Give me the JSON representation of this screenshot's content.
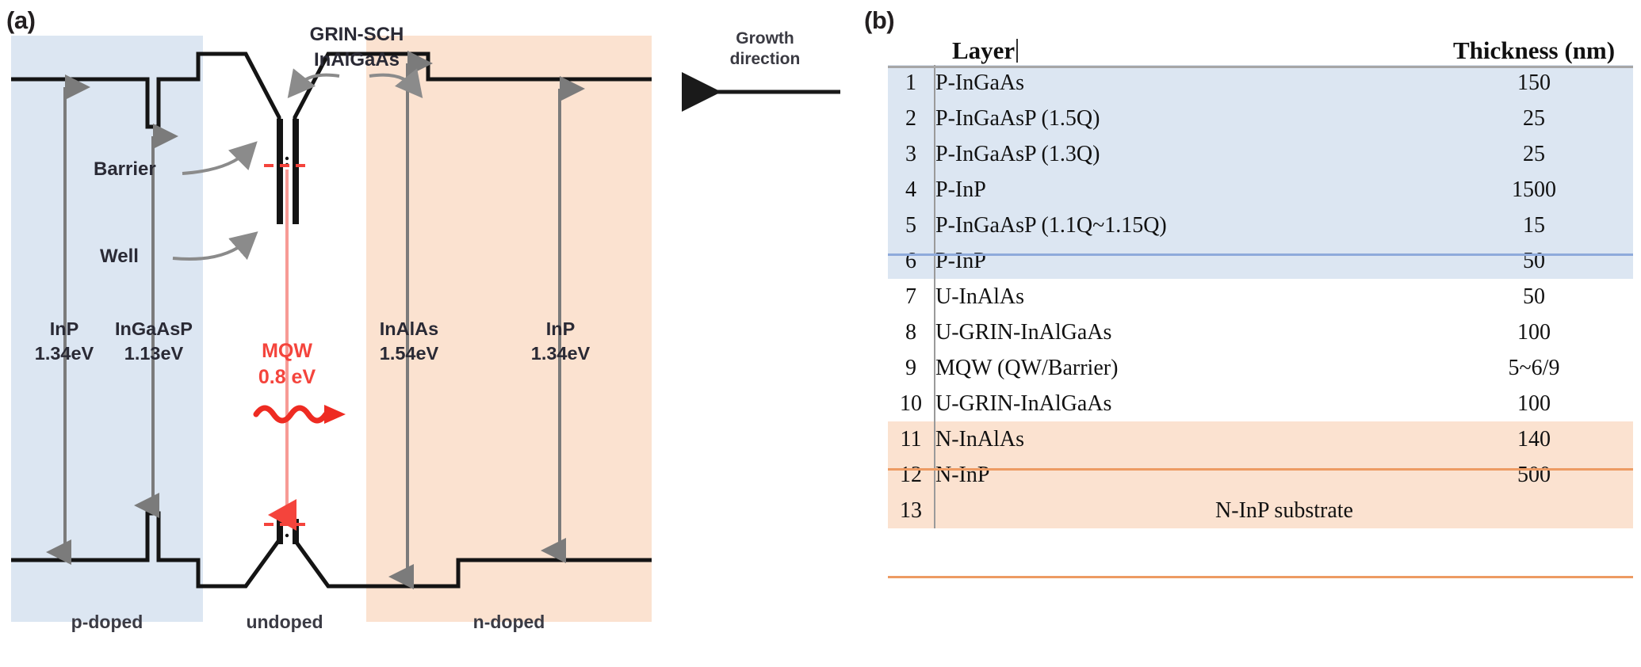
{
  "panel_a": {
    "tag": "(a)",
    "zones": [
      {
        "id": "p",
        "label": "p-doped",
        "color": "#dce6f2"
      },
      {
        "id": "u",
        "label": "undoped",
        "color": "#ffffff"
      },
      {
        "id": "n",
        "label": "n-doped",
        "color": "#fbe2d0"
      }
    ],
    "materials": [
      {
        "name": "InP",
        "gap": "1.34eV"
      },
      {
        "name": "InGaAsP",
        "gap": "1.13eV"
      },
      {
        "name": "InAlAs",
        "gap": "1.54eV"
      },
      {
        "name": "InP",
        "gap": "1.34eV"
      }
    ],
    "grin_label_line1": "GRIN-SCH",
    "grin_label_line2": "InAlGaAs",
    "barrier_label": "Barrier",
    "well_label": "Well",
    "mqw_label": "MQW",
    "mqw_energy": "0.8 eV",
    "growth_line1": "Growth",
    "growth_line2": "direction",
    "accent_red": "#f4443c",
    "band_color": "#141414",
    "arrow_gray": "#7b7b7b"
  },
  "panel_b": {
    "tag": "(b)",
    "header": {
      "layer": "Layer",
      "thickness": "Thickness (nm)"
    },
    "rows": [
      {
        "index": "1",
        "name": "P-InGaAs",
        "thickness": "150",
        "group": "blue"
      },
      {
        "index": "2",
        "name": "P-InGaAsP (1.5Q)",
        "thickness": "25",
        "group": "blue"
      },
      {
        "index": "3",
        "name": "P-InGaAsP (1.3Q)",
        "thickness": "25",
        "group": "blue"
      },
      {
        "index": "4",
        "name": "P-InP",
        "thickness": "1500",
        "group": "blue"
      },
      {
        "index": "5",
        "name": "P-InGaAsP (1.1Q~1.15Q)",
        "thickness": "15",
        "group": "blue"
      },
      {
        "index": "6",
        "name": "P-InP",
        "thickness": "50",
        "group": "blue"
      },
      {
        "index": "7",
        "name": "U-InAlAs",
        "thickness": "50",
        "group": "white"
      },
      {
        "index": "8",
        "name": "U-GRIN-InAlGaAs",
        "thickness": "100",
        "group": "white"
      },
      {
        "index": "9",
        "name": "MQW (QW/Barrier)",
        "thickness": "5~6/9",
        "group": "white"
      },
      {
        "index": "10",
        "name": "U-GRIN-InAlGaAs",
        "thickness": "100",
        "group": "white"
      },
      {
        "index": "11",
        "name": "N-InAlAs",
        "thickness": "140",
        "group": "peach"
      },
      {
        "index": "12",
        "name": "N-InP",
        "thickness": "500",
        "group": "peach"
      },
      {
        "index": "13",
        "name": "N-InP substrate",
        "thickness": "",
        "group": "peach",
        "span": true
      }
    ],
    "colors": {
      "blue": "#dce6f2",
      "peach": "#fbe2d0",
      "blue_rule": "#8eaadb",
      "peach_rule": "#ed9b63"
    }
  }
}
